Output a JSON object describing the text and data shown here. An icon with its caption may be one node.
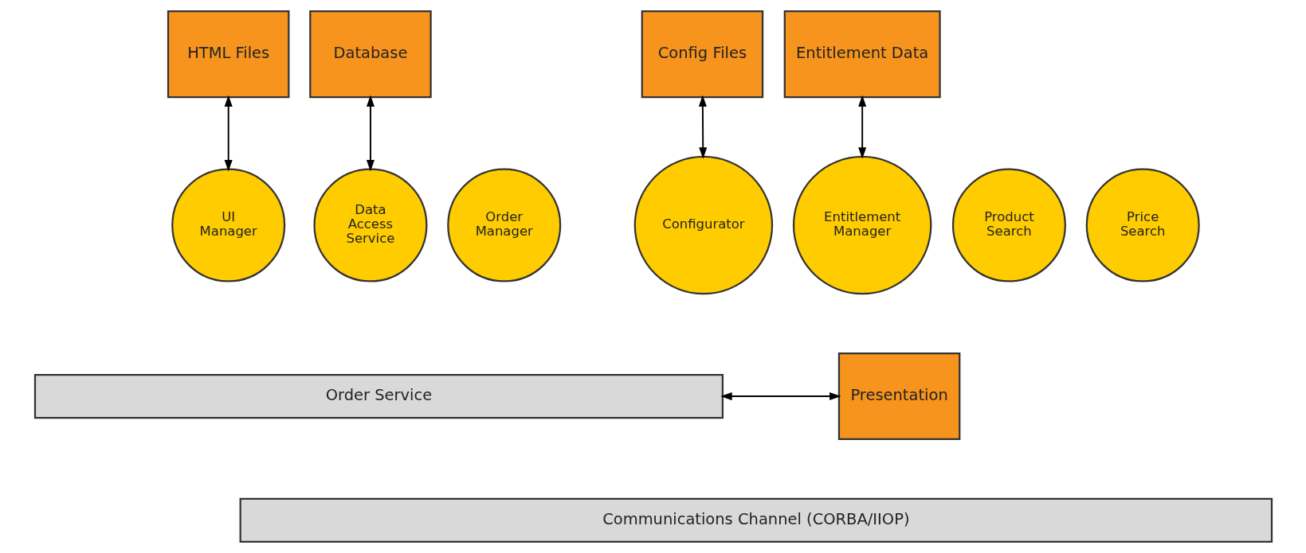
{
  "diagram": {
    "nodes": [
      {
        "text": [
          "HTML Files"
        ]
      },
      {
        "text": [
          "Database"
        ]
      },
      {
        "text": [
          "Config Files"
        ]
      },
      {
        "text": [
          "Entitlement Data"
        ]
      },
      {
        "text": [
          "UI Manager"
        ]
      },
      {
        "text": [
          "Data Access Service"
        ]
      },
      {
        "text": [
          "Order Manager"
        ]
      },
      {
        "text": [
          "Product Search"
        ]
      },
      {
        "text": [
          "Price Search"
        ]
      },
      {
        "text": [
          "Configurator"
        ]
      },
      {
        "text": [
          "Entitlement Manager"
        ]
      },
      {
        "text": [
          "Presentation"
        ]
      },
      {
        "text": [
          "Order Service"
        ]
      },
      {
        "text": [
          "Communications Channel (CORBA/IIOP)"
        ]
      }
    ],
    "edges": [
      {
        "from": 0,
        "to": 4,
        "arrow": "both"
      },
      {
        "from": 1,
        "to": 5,
        "arrow": "both"
      },
      {
        "from": 2,
        "to": 9,
        "arrow": "both"
      },
      {
        "from": 3,
        "to": 10,
        "arrow": "both"
      },
      {
        "from": 11,
        "to": 12,
        "arrow": "both"
      }
    ]
  }
}
